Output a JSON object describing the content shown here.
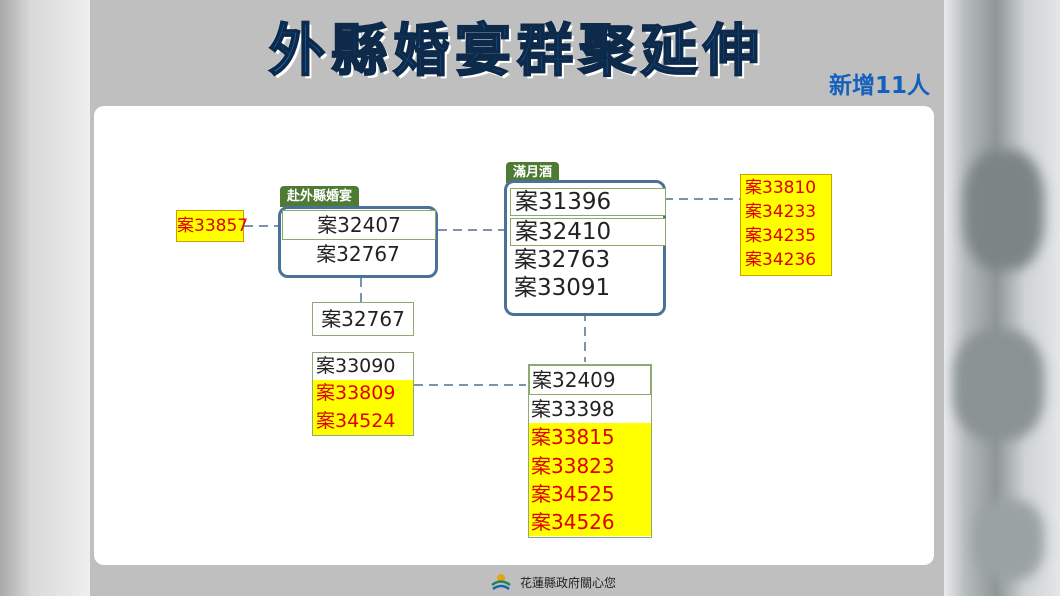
{
  "title": "外縣婚宴群聚延伸",
  "subtitle": "新增11人",
  "footer": "花蓮縣政府關心您",
  "colors": {
    "title": "#1a6fc7",
    "tag_green": "#4e7a34",
    "box_border": "#4a7196",
    "highlight_yellow": "#ffff00",
    "case_red": "#e00000"
  },
  "groups": {
    "wedding": {
      "label": "赴外縣婚宴",
      "cases": [
        "案32407",
        "案32767"
      ]
    },
    "fullmoon": {
      "label": "滿月酒",
      "cases": [
        "案31396",
        "案32410",
        "案32763",
        "案33091"
      ]
    }
  },
  "nodes": {
    "left_single": "案33857",
    "mid_single": "案32767",
    "left_list": [
      "案33090",
      "案33809",
      "案34524"
    ],
    "right_list": [
      "案33810",
      "案34233",
      "案34235",
      "案34236"
    ],
    "bottom_list": [
      "案32409",
      "案33398",
      "案33815",
      "案33823",
      "案34525",
      "案34526"
    ]
  }
}
